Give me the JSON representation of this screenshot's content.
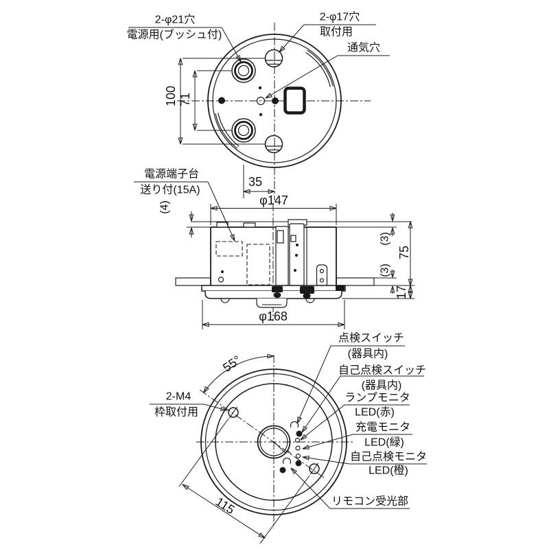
{
  "drawing_title": "recessed-emergency-light-installation-diagram",
  "colors": {
    "line": "#1a1a1a",
    "background": "#ffffff",
    "text": "#111111"
  },
  "top_view": {
    "power_hole_label_1": "2-φ21穴",
    "power_hole_label_2": "電源用(ブッシュ付)",
    "mount_hole_label_1": "2-φ17穴",
    "mount_hole_label_2": "取付用",
    "vent_label": "通気穴",
    "dim_100": "100",
    "dim_71": "71",
    "dim_35": "35"
  },
  "side_view": {
    "terminal_label_1": "電源端子台",
    "terminal_label_2": "送り付(15A)",
    "dim_dia_body": "φ147",
    "dim_4": "(4)",
    "dim_3_top": "(3)",
    "dim_3_bottom": "(3)",
    "dim_75": "75",
    "dim_17": "17",
    "dim_dia_flange": "φ168"
  },
  "bottom_view": {
    "dim_55": "55°",
    "frame_mount_label_1": "2-M4",
    "frame_mount_label_2": "枠取付用",
    "inspection_switch_1": "点検スイッチ",
    "inspection_switch_2": "(器具内)",
    "self_inspection_switch_1": "自己点検スイッチ",
    "self_inspection_switch_2": "(器具内)",
    "lamp_monitor_1": "ランプモニタ",
    "lamp_monitor_2": "LED(赤)",
    "charge_monitor_1": "充電モニタ",
    "charge_monitor_2": "LED(緑)",
    "self_check_monitor_1": "自己点検モニタ",
    "self_check_monitor_2": "LED(橙)",
    "remote_receiver": "リモコン受光部",
    "dim_115": "115"
  }
}
